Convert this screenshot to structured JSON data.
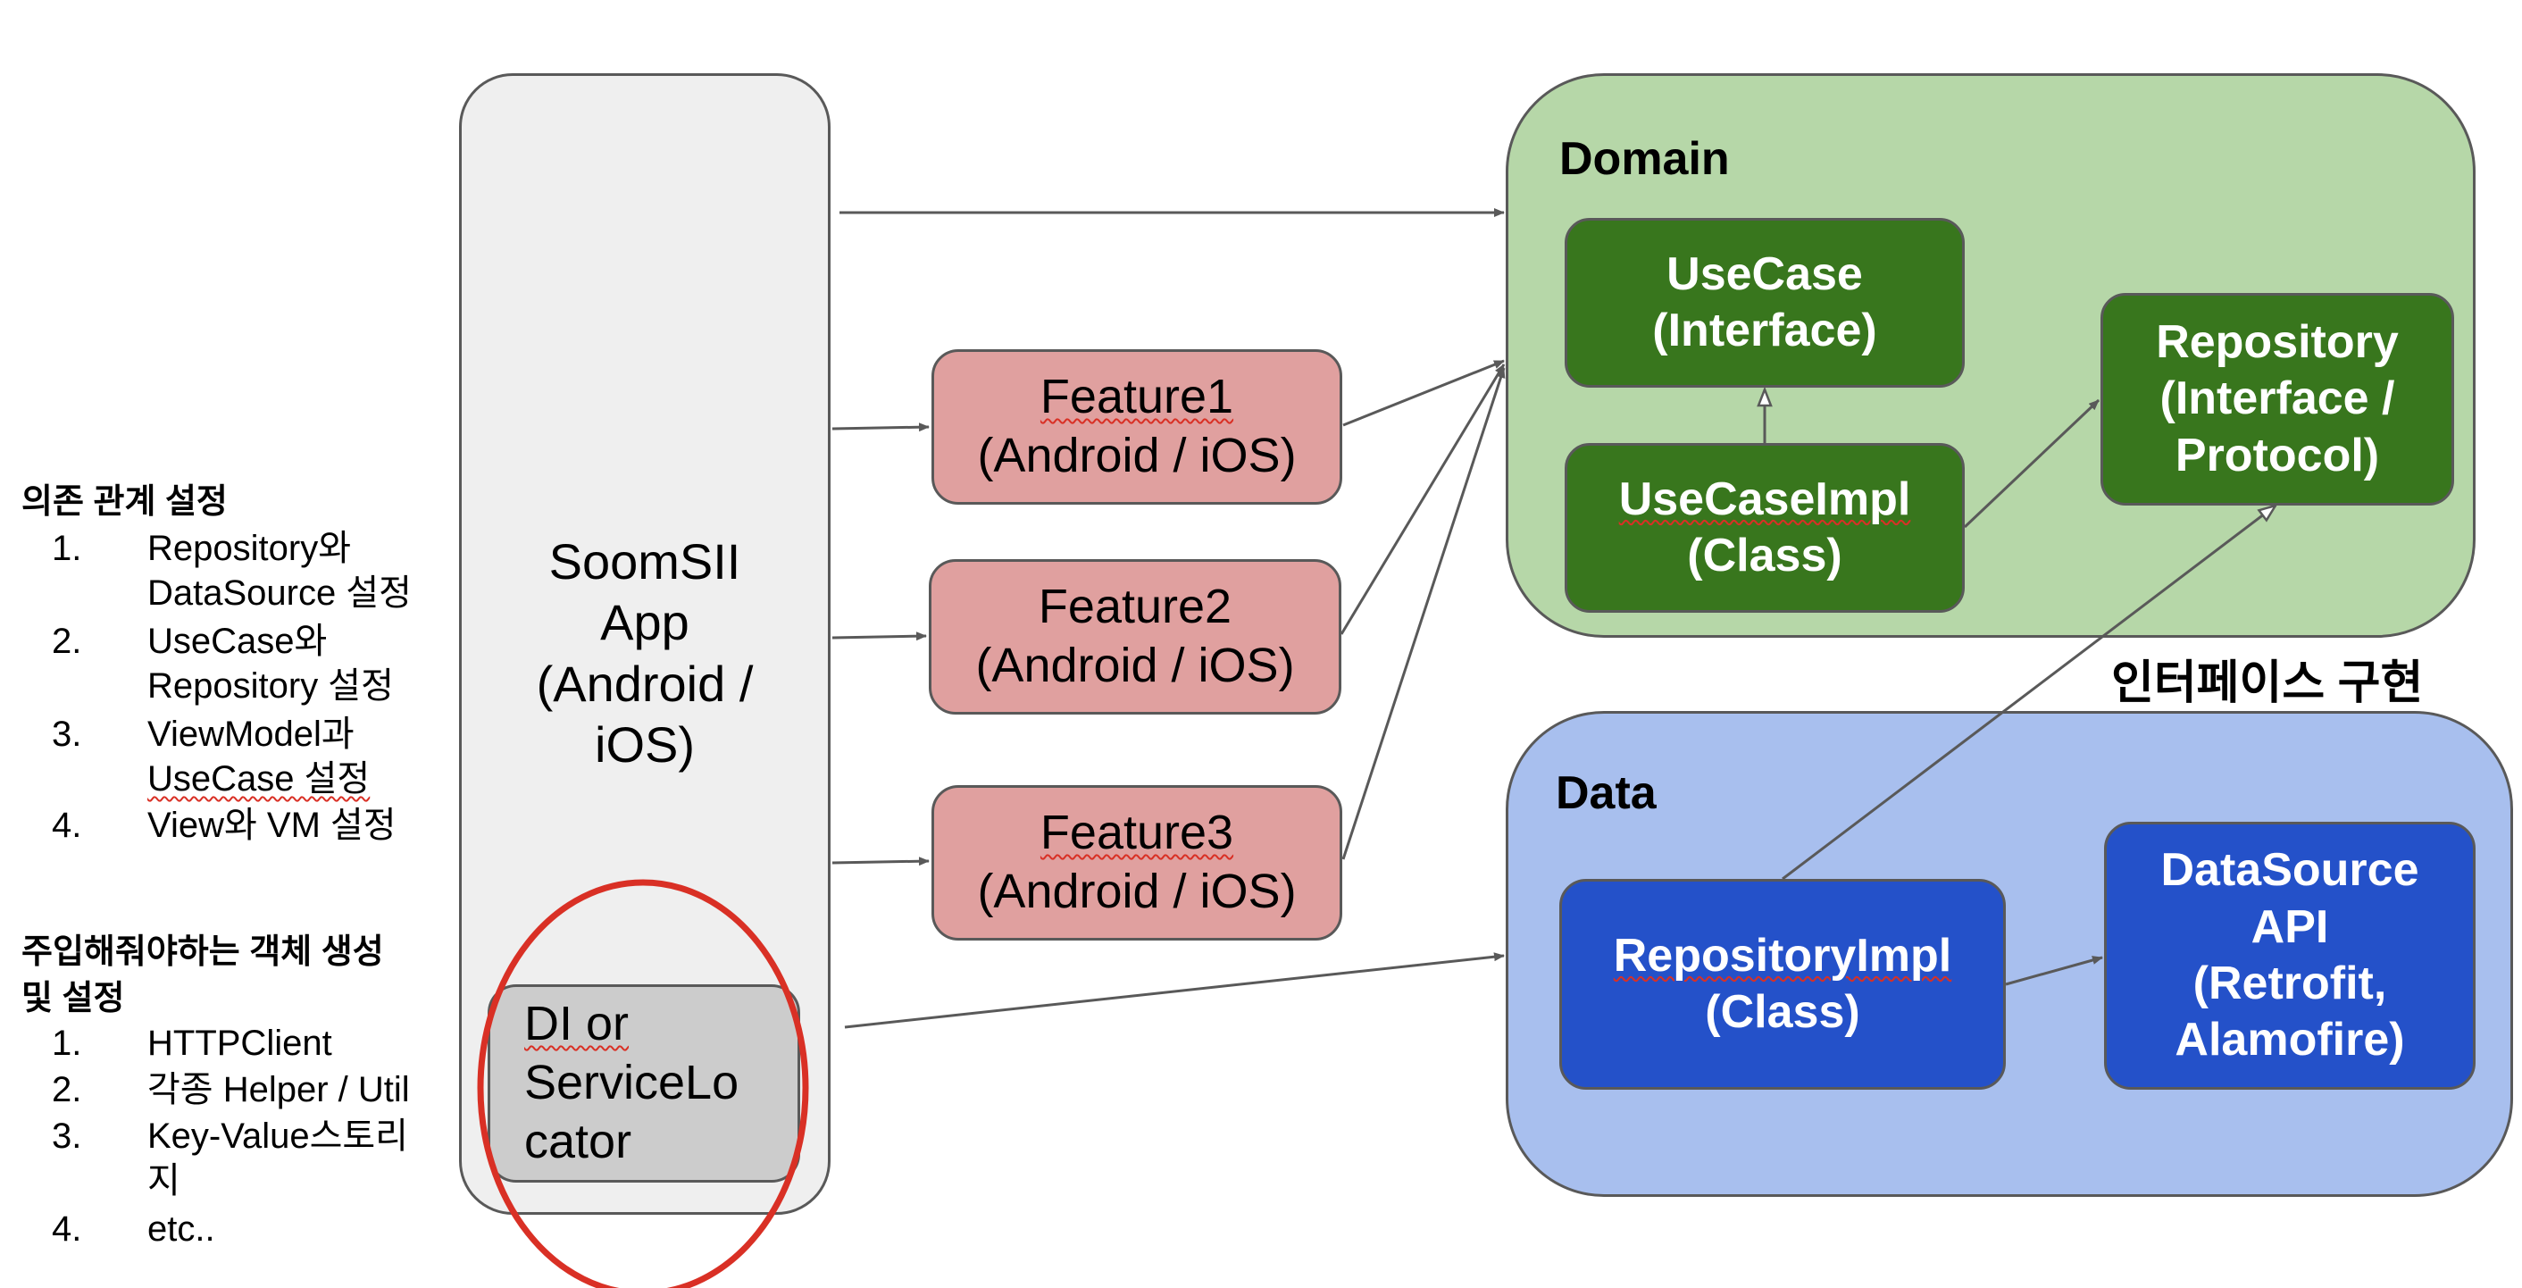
{
  "left_notes": {
    "section1_title": "의존 관계 설정",
    "section1_items": [
      {
        "num": "1.",
        "line1": "Repository와",
        "line2": "DataSource 설정"
      },
      {
        "num": "2.",
        "line1": "UseCase와",
        "line2": "Repository 설정"
      },
      {
        "num": "3.",
        "line1": "ViewModel과",
        "line2": "UseCase 설정"
      },
      {
        "num": "4.",
        "line1": "View와 VM 설정",
        "line2": ""
      }
    ],
    "section2_title_line1": "주입해줘야하는 객체 생성",
    "section2_title_line2": "및 설정",
    "section2_items": [
      {
        "num": "1.",
        "line1": "HTTPClient",
        "line2": ""
      },
      {
        "num": "2.",
        "line1": "각종 Helper / Util",
        "line2": ""
      },
      {
        "num": "3.",
        "line1": "Key-Value스토리",
        "line2": "지"
      },
      {
        "num": "4.",
        "line1": "etc..",
        "line2": ""
      }
    ]
  },
  "app_box": {
    "lines": [
      "SoomSII",
      "App",
      "(Android /",
      "iOS)"
    ]
  },
  "di_box": {
    "lines": [
      "DI or",
      "ServiceLo",
      "cator"
    ]
  },
  "features": [
    {
      "line1": "Feature1",
      "line2": "(Android / iOS)"
    },
    {
      "line1": "Feature2",
      "line2": "(Android / iOS)"
    },
    {
      "line1": "Feature3",
      "line2": "(Android / iOS)"
    }
  ],
  "domain": {
    "title": "Domain",
    "usecase": {
      "line1": "UseCase",
      "line2": "(Interface)"
    },
    "usecase_impl": {
      "line1": "UseCaseImpl",
      "line2": "(Class)"
    },
    "repository": {
      "line1": "Repository",
      "line2": "(Interface /",
      "line3": "Protocol)"
    }
  },
  "interface_impl_label": "인터페이스 구현",
  "data": {
    "title": "Data",
    "repository_impl": {
      "line1": "RepositoryImpl",
      "line2": "(Class)"
    },
    "datasource": {
      "line1": "DataSource",
      "line2": "API",
      "line3": "(Retrofit,",
      "line4": "Alamofire)"
    }
  },
  "colors": {
    "feature_fill": "#e0a09f",
    "domain_fill": "#b6d7a8",
    "domain_inner_fill": "#38761d",
    "data_fill": "#a8bfee",
    "data_inner_fill": "#2451c9",
    "highlight_circle": "#d93025",
    "arrow": "#595959"
  }
}
